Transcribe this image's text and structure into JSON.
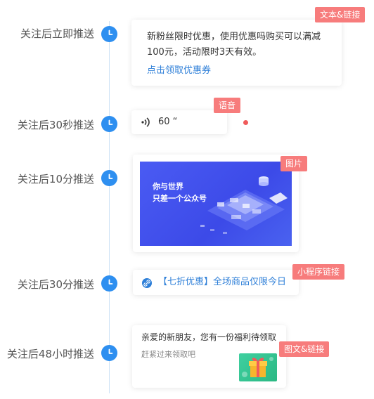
{
  "steps": [
    {
      "label": "关注后立即推送",
      "badge": "文本&链接"
    },
    {
      "label": "关注后30秒推送",
      "badge": "语音"
    },
    {
      "label": "关注后10分推送",
      "badge": "图片"
    },
    {
      "label": "关注后30分推送",
      "badge": "小程序链接"
    },
    {
      "label": "关注后48小时推送",
      "badge": "图文&链接"
    }
  ],
  "text_card": {
    "body": "新粉丝限时优惠，使用优惠吗购买可以满减100元，活动限时3天有效。",
    "link": "点击领取优惠券"
  },
  "voice_card": {
    "duration": "60 “"
  },
  "image_card": {
    "line1": "你与世界",
    "line2": "只差一个公众号"
  },
  "mini_card": {
    "text": "【七折优惠】全场商品仅限今日"
  },
  "article_card": {
    "title": "亲爱的新朋友，您有一份福利待领取",
    "desc": "赶紧过来领取吧"
  },
  "colors": {
    "accent": "#2e8ff0",
    "badge": "#f77c7c",
    "link": "#2e7fd8",
    "image_bg": "#4a5bf3"
  },
  "icons": [
    "clock-icon",
    "voice-wave-icon",
    "link-icon",
    "gift-icon"
  ]
}
